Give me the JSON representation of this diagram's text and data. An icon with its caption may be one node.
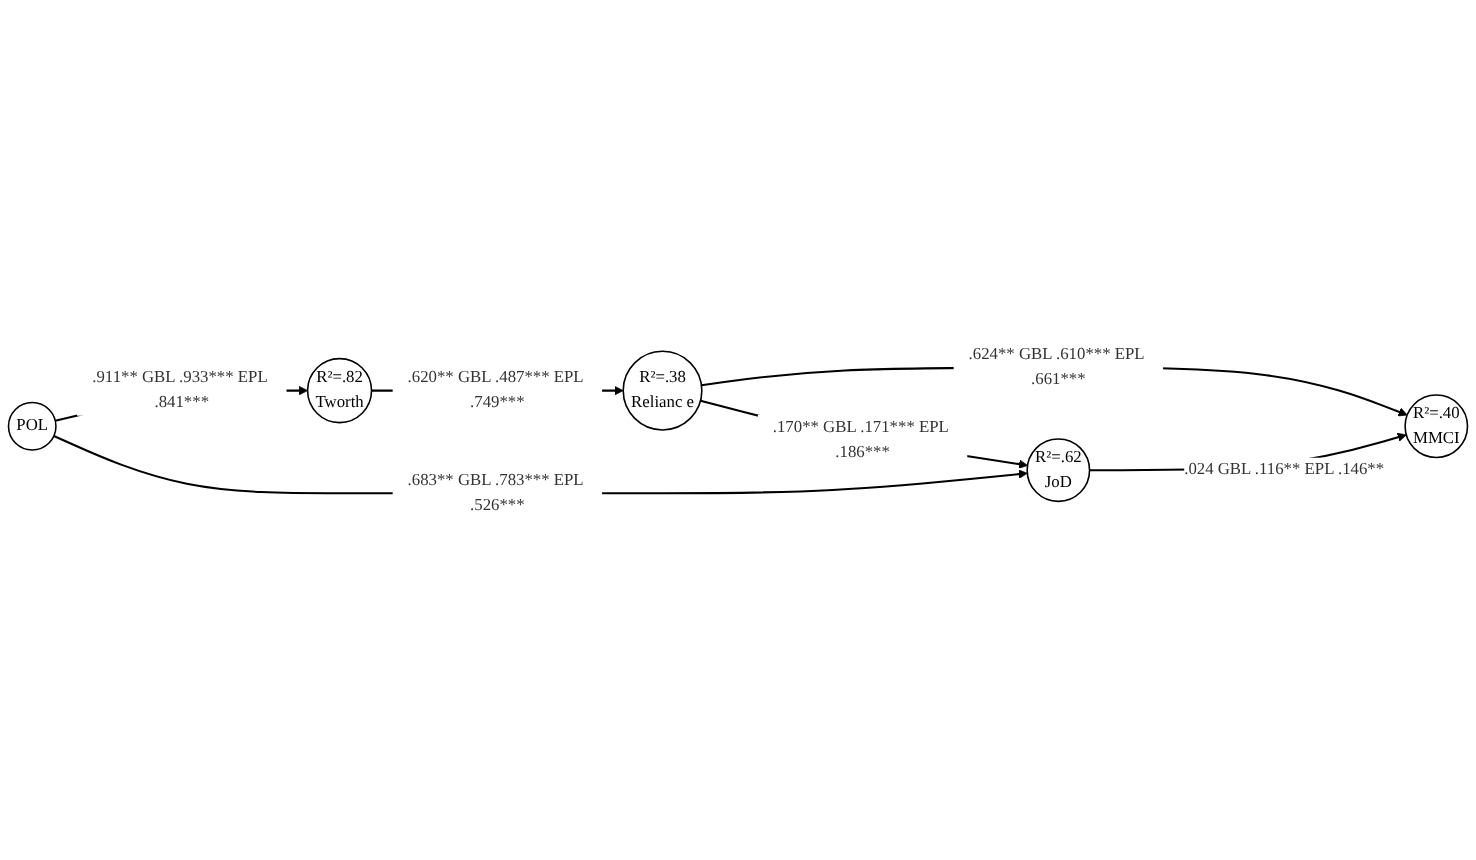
{
  "diagram": {
    "nodes": [
      {
        "text": [
          "R²=.82",
          "Tworth"
        ]
      },
      {
        "text": [
          "R²=.38",
          "Relianc e"
        ]
      },
      {
        "text": [
          "R²=.40",
          "MMCI"
        ]
      },
      {
        "text": [
          "POL"
        ]
      },
      {
        "text": [
          "R²=.62",
          "JoD"
        ]
      }
    ],
    "edges": [
      {
        "from": 0,
        "to": 1,
        "arrow": "to",
        "label": ".620** GBL .487*** EPL .749***"
      },
      {
        "from": 1,
        "to": 2,
        "arrow": "to",
        "label": ".624** GBL .610*** EPL .661***"
      },
      {
        "from": 3,
        "to": 0,
        "arrow": "to",
        "label": ".911** GBL .933*** EPL .841***"
      },
      {
        "from": 1,
        "to": 4,
        "arrow": "to",
        "label": ".170** GBL .171*** EPL .186***"
      },
      {
        "from": 4,
        "to": 2,
        "arrow": "to",
        "label": ".024 GBL .116** EPL .146**"
      },
      {
        "from": 3,
        "to": 4,
        "arrow": "to",
        "label": ".683** GBL .783*** EPL .526***"
      }
    ]
  }
}
